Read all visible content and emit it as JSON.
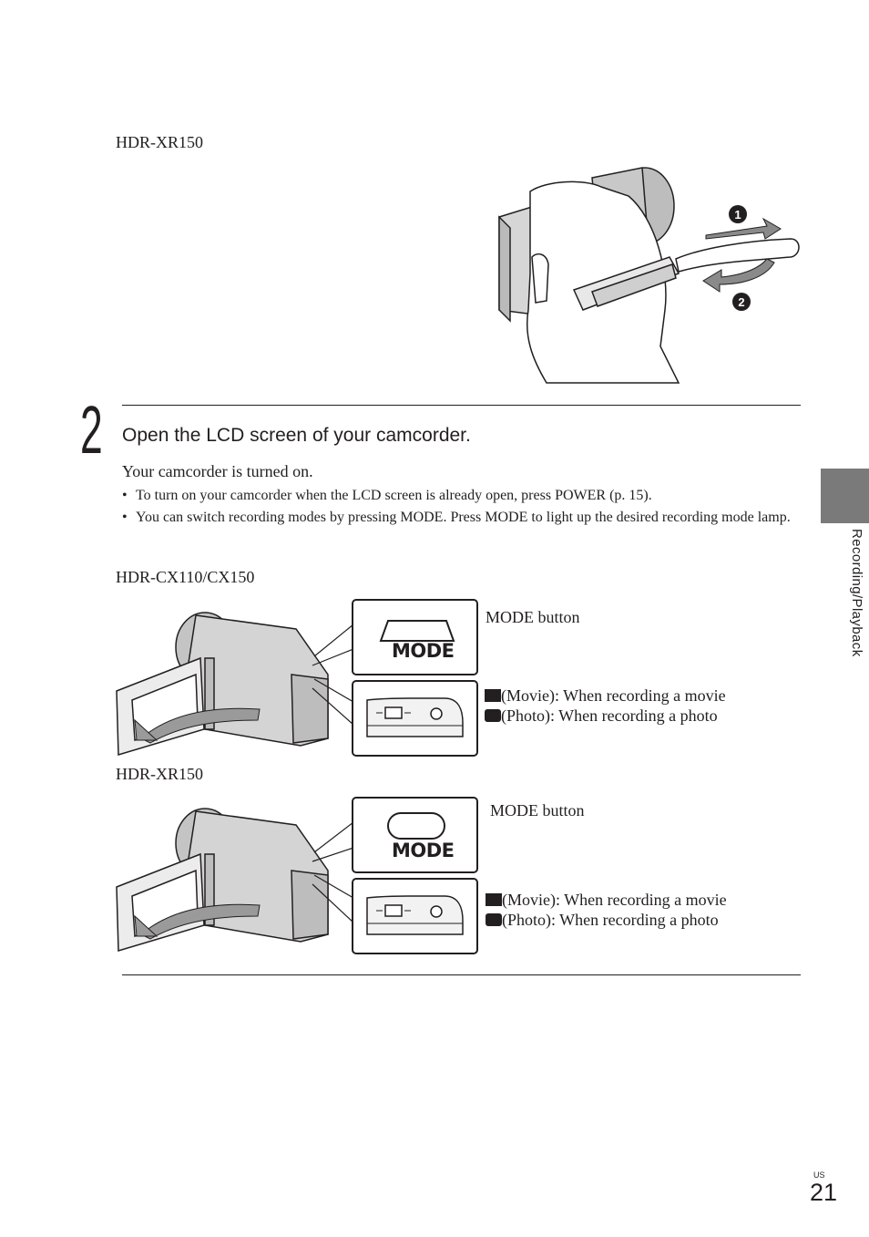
{
  "models": {
    "top": "HDR-XR150",
    "cx": "HDR-CX110/CX150",
    "xr": "HDR-XR150"
  },
  "step": {
    "number": "2",
    "heading": "Open the LCD screen of your camcorder.",
    "intro": "Your camcorder is turned on.",
    "bullets": [
      "To turn on your camcorder when the LCD screen is already open, press POWER (p. 15).",
      "You can switch recording modes by pressing MODE. Press MODE to light up the desired recording mode lamp."
    ]
  },
  "callouts": {
    "mode_button": "MODE button",
    "movie": "(Movie): When recording a movie",
    "photo": "(Photo): When recording a photo"
  },
  "mode_label": "MODE",
  "strap_steps": [
    "1",
    "2"
  ],
  "sidebar": {
    "section": "Recording/Playback"
  },
  "footer": {
    "region": "US",
    "page": "21"
  },
  "colors": {
    "tab": "#7a7a7a",
    "text": "#231f20",
    "body_gray": "#d0d0d0"
  }
}
